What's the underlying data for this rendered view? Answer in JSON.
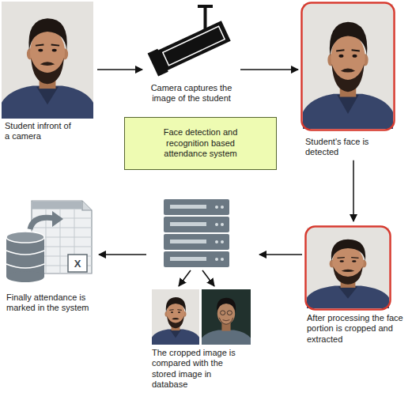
{
  "diagram": {
    "nodes": [
      {
        "text": [
          "Student infront of a camera"
        ]
      },
      {
        "text": [
          "Camera captures the image of the student"
        ]
      },
      {
        "text": [
          "Student's face is detected"
        ]
      },
      {
        "text": [
          "Face detection and recognition based attendance system"
        ]
      },
      {
        "text": [
          "After processing the face portion is cropped and extracted"
        ]
      },
      {
        "text": [
          "The cropped image is compared with the stored image in database"
        ]
      },
      {
        "text": [
          "Finally attendance is marked in the system"
        ]
      }
    ],
    "edges": [
      {
        "from": 0,
        "to": 1,
        "arrow": "to"
      },
      {
        "from": 1,
        "to": 2,
        "arrow": "to"
      },
      {
        "from": 2,
        "to": 4,
        "arrow": "to"
      },
      {
        "from": 4,
        "to": 5,
        "arrow": "to"
      },
      {
        "from": 5,
        "to": 6,
        "arrow": "to"
      }
    ],
    "labels": [
      "X"
    ]
  }
}
